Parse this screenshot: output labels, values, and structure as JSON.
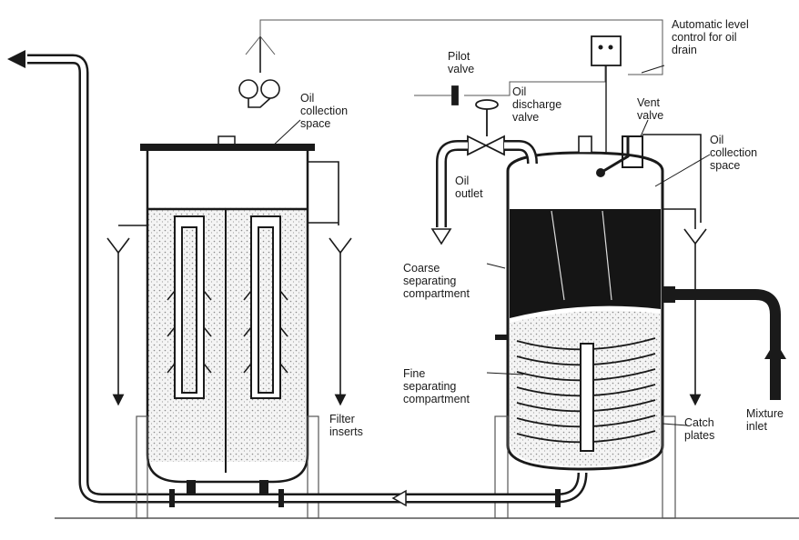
{
  "labels": {
    "automatic_level_control": "Automatic level\ncontrol for oil\ndrain",
    "pilot_valve": "Pilot\nvalve",
    "oil_collection_space_left": "Oil\ncollection\nspace",
    "oil_discharge_valve": "Oil\ndischarge\nvalve",
    "vent_valve": "Vent\nvalve",
    "oil_collection_space_right": "Oil\ncollection\nspace",
    "oil_outlet": "Oil\noutlet",
    "coarse_separating_compartment": "Coarse\nseparating\ncompartment",
    "fine_separating_compartment": "Fine\nseparating\ncompartment",
    "filter_inserts": "Filter\ninserts",
    "catch_plates": "Catch\nplates",
    "mixture_inlet": "Mixture\ninlet"
  },
  "colors": {
    "ink": "#1a1a1a",
    "oil": "#151515",
    "stipple": "#c9c9c9",
    "coil": "#e6e6e6"
  }
}
